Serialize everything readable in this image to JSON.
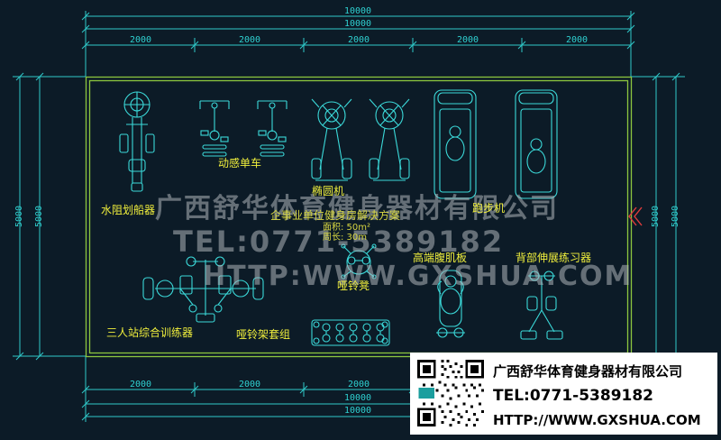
{
  "colors": {
    "background": "#0c1b27",
    "cad_line": "#3bd9d9",
    "dimension_line": "#2fc9c9",
    "room_border": "#8cc63f",
    "label_yellow": "#f0ef3c",
    "marker_red": "#e03c3c",
    "watermark_gray": "#afb4ba"
  },
  "dimensions": {
    "top_total_1": "10000",
    "top_total_2": "10000",
    "top_segments": [
      "2000",
      "2000",
      "2000",
      "2000",
      "2000"
    ],
    "bottom_segments": [
      "2000",
      "2000",
      "2000"
    ],
    "bottom_total_1": "10000",
    "bottom_total_2": "10000",
    "left": [
      "5000",
      "5000"
    ],
    "right": [
      "5000",
      "5000"
    ]
  },
  "plan": {
    "title": "企事业单位健身房解决方案",
    "area": "面积: 50m²",
    "perimeter": "周长: 30m"
  },
  "equipment_labels": {
    "rower": "水阻划船器",
    "spin_bike": "动感单车",
    "elliptical": "椭圆机",
    "treadmill": "跑步机",
    "ab_board": "高端腹肌板",
    "back_extension": "背部伸展练习器",
    "dumbbell_bench": "哑铃凳",
    "dumbbell_rack": "哑铃架套组",
    "multi_station": "三人站综合训练器"
  },
  "watermark": {
    "line1": "广西舒华体育健身器材有限公司",
    "line2": "TEL:0771-5389182",
    "line3": "HTTP:WWW.GXSHUA.COM"
  },
  "info_box": {
    "company": "广西舒华体育健身器材有限公司",
    "tel": "TEL:0771-5389182",
    "url": "HTTP://WWW.GXSHUA.COM"
  }
}
